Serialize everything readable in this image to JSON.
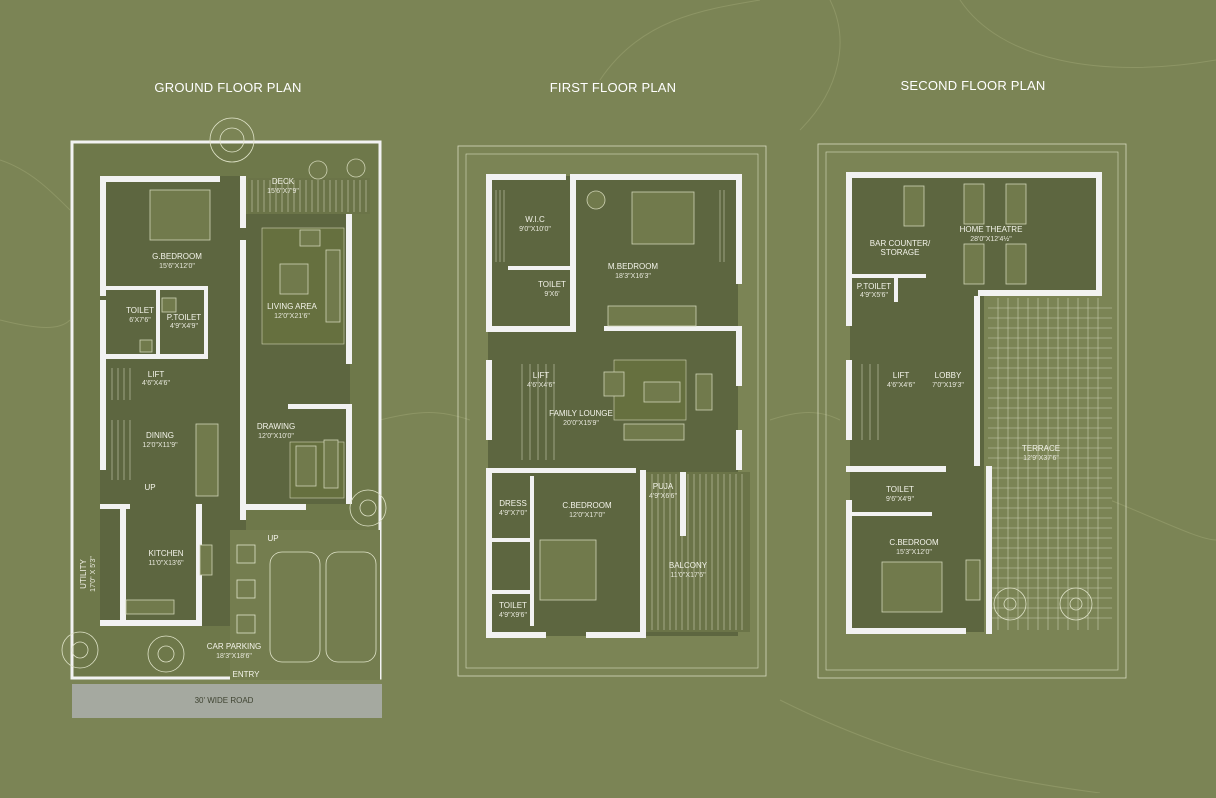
{
  "titles": {
    "ground": "GROUND FLOOR PLAN",
    "first": "FIRST FLOOR PLAN",
    "second": "SECOND FLOOR PLAN"
  },
  "ground": {
    "deck": {
      "name": "DECK",
      "dim": "15'6\"X7'9\""
    },
    "g_bedroom": {
      "name": "G.BEDROOM",
      "dim": "15'6\"X12'0\""
    },
    "living": {
      "name": "LIVING AREA",
      "dim": "12'0\"X21'6\""
    },
    "toilet": {
      "name": "TOILET",
      "dim": "6'X7'6\""
    },
    "p_toilet": {
      "name": "P.TOILET",
      "dim": "4'9\"X4'9\""
    },
    "lift": {
      "name": "LIFT",
      "dim": "4'6\"X4'6\""
    },
    "drawing": {
      "name": "DRAWING",
      "dim": "12'0\"X10'0\""
    },
    "dining": {
      "name": "DINING",
      "dim": "12'0\"X11'9\""
    },
    "up1": "UP",
    "up2": "UP",
    "kitchen": {
      "name": "KITCHEN",
      "dim": "11'0\"X13'6\""
    },
    "utility": "UTILITY",
    "utility_dim": "17'0\" X 5'3\"",
    "car_parking": {
      "name": "CAR PARKING",
      "dim": "18'3\"X18'6\""
    },
    "entry": "ENTRY",
    "road": "30' WIDE ROAD"
  },
  "first": {
    "wic": {
      "name": "W.I.C",
      "dim": "9'0\"X10'0\""
    },
    "m_bedroom": {
      "name": "M.BEDROOM",
      "dim": "18'3\"X16'3\""
    },
    "toilet": {
      "name": "TOILET",
      "dim": "9'X6'"
    },
    "lift": {
      "name": "LIFT",
      "dim": "4'6\"X4'6\""
    },
    "family": {
      "name": "FAMILY LOUNGE",
      "dim": "20'0\"X15'9\""
    },
    "dress": {
      "name": "DRESS",
      "dim": "4'9\"X7'0\""
    },
    "c_bedroom": {
      "name": "C.BEDROOM",
      "dim": "12'0\"X17'0\""
    },
    "puja": {
      "name": "PUJA",
      "dim": "4'9\"X6'6\""
    },
    "balcony": {
      "name": "BALCONY",
      "dim": "11'0\"X17'6\""
    },
    "toilet2": {
      "name": "TOILET",
      "dim": "4'9\"X9'6\""
    }
  },
  "second": {
    "bar": {
      "name1": "BAR COUNTER/",
      "name2": "STORAGE"
    },
    "home_theatre": {
      "name": "HOME THEATRE",
      "dim": "28'0\"X12'4½\""
    },
    "p_toilet": {
      "name": "P.TOILET",
      "dim": "4'9\"X5'6\""
    },
    "lift": {
      "name": "LIFT",
      "dim": "4'6\"X4'6\""
    },
    "lobby": {
      "name": "LOBBY",
      "dim": "7'0\"X19'3\""
    },
    "terrace": {
      "name": "TERRACE",
      "dim": "12'9\"X37'6\""
    },
    "toilet": {
      "name": "TOILET",
      "dim": "9'6\"X4'9\""
    },
    "c_bedroom": {
      "name": "C.BEDROOM",
      "dim": "15'3\"X12'0\""
    }
  },
  "colors": {
    "background": "#7b8455",
    "wall": "#f2f2f2",
    "floor": "#5d6640",
    "road": "#a5a9a0"
  }
}
